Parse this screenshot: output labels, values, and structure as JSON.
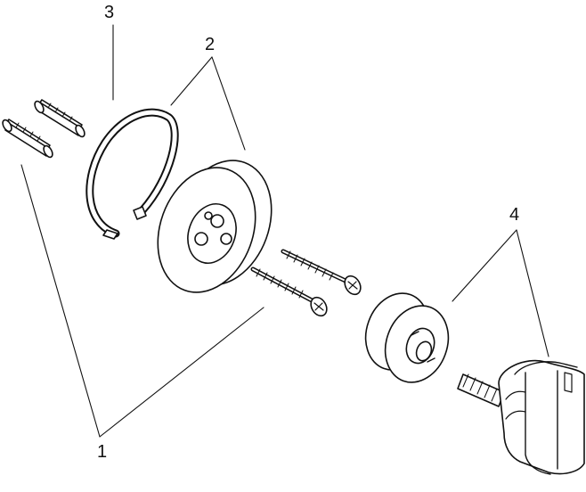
{
  "callouts": {
    "one": "1",
    "two": "2",
    "three": "3",
    "four": "4"
  },
  "colors": {
    "stroke": "#111111",
    "fill": "#ffffff",
    "shade": "#d9d9d9"
  }
}
